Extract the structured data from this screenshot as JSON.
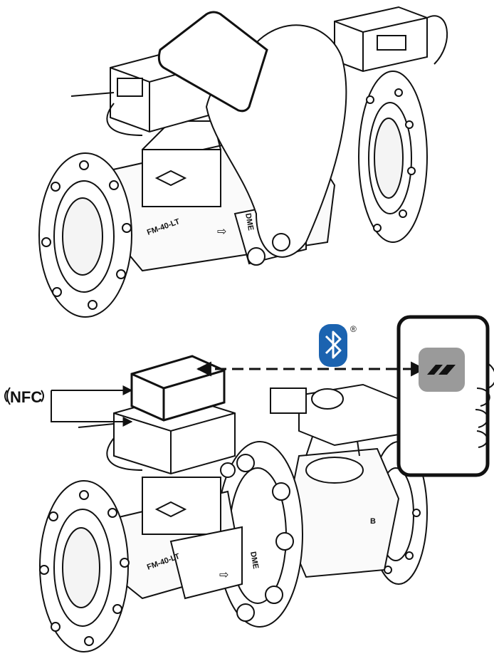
{
  "top_scene": {
    "flowmeter_code": "FM-40-LT",
    "flow_arrow": "⇨",
    "brand_mark": "DME"
  },
  "bottom_scene": {
    "nfc_label": "NFC",
    "bluetooth_registered": "®",
    "flowmeter_code": "FM-40-LT",
    "flow_arrow": "⇨",
    "brand_mark": "DME",
    "valve_mark": "B"
  },
  "colors": {
    "bluetooth_blue": "#1b63b0",
    "app_icon_grey": "#9a9a9a",
    "outline": "#111111"
  },
  "icons": [
    "nfc-icon",
    "bluetooth-icon",
    "app-icon",
    "smartphone",
    "hand"
  ]
}
